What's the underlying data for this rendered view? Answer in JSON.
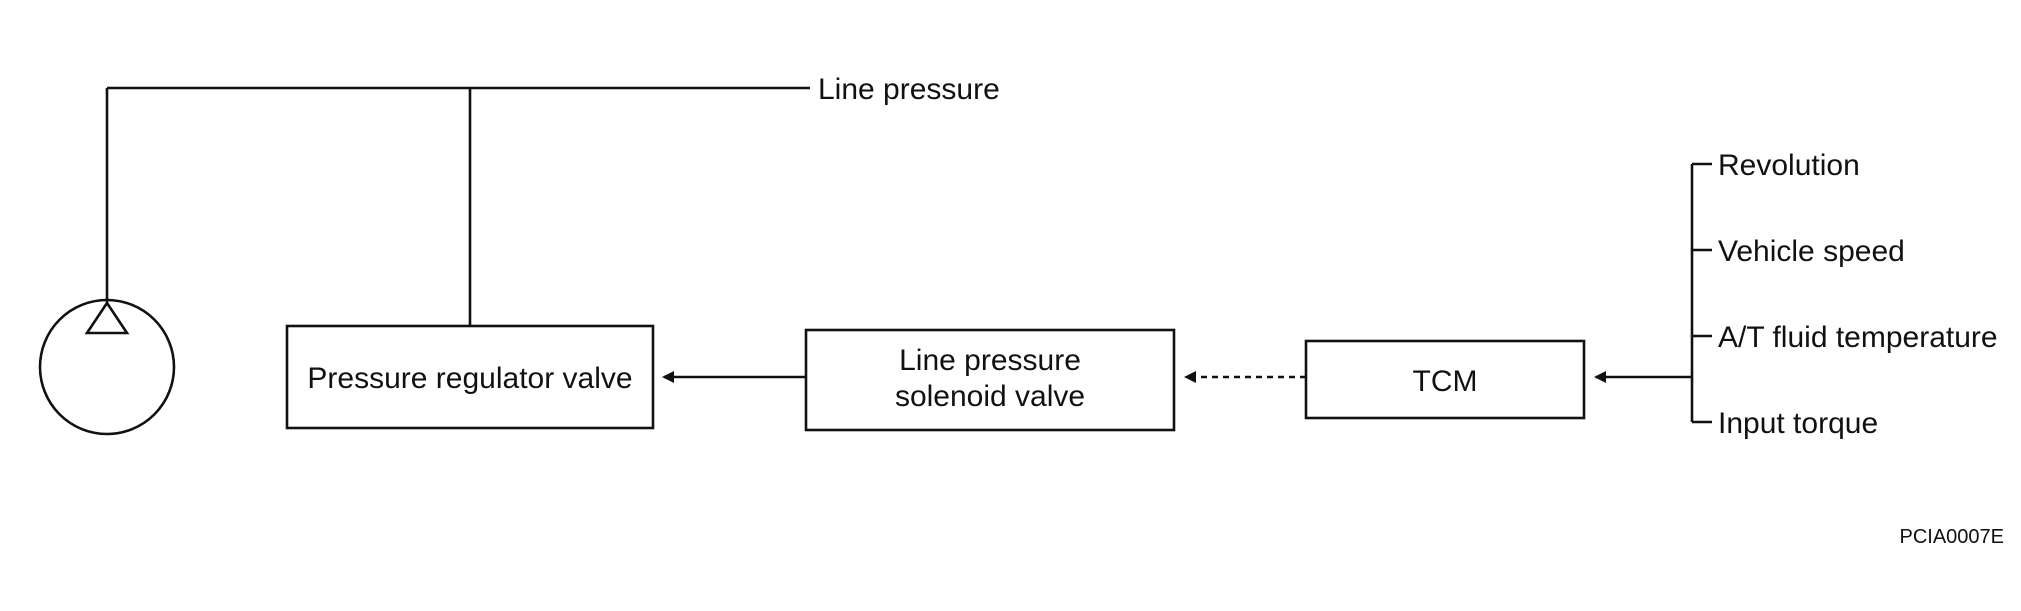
{
  "labels": {
    "line_pressure": "Line pressure",
    "pressure_regulator_valve": "Pressure regulator valve",
    "solenoid_valve_line1": "Line pressure",
    "solenoid_valve_line2": "solenoid valve",
    "tcm": "TCM",
    "figure_code": "PCIA0007E"
  },
  "inputs": [
    "Revolution",
    "Vehicle speed",
    "A/T fluid temperature",
    "Input torque"
  ],
  "colors": {
    "line": "#111111",
    "background": "#ffffff"
  }
}
